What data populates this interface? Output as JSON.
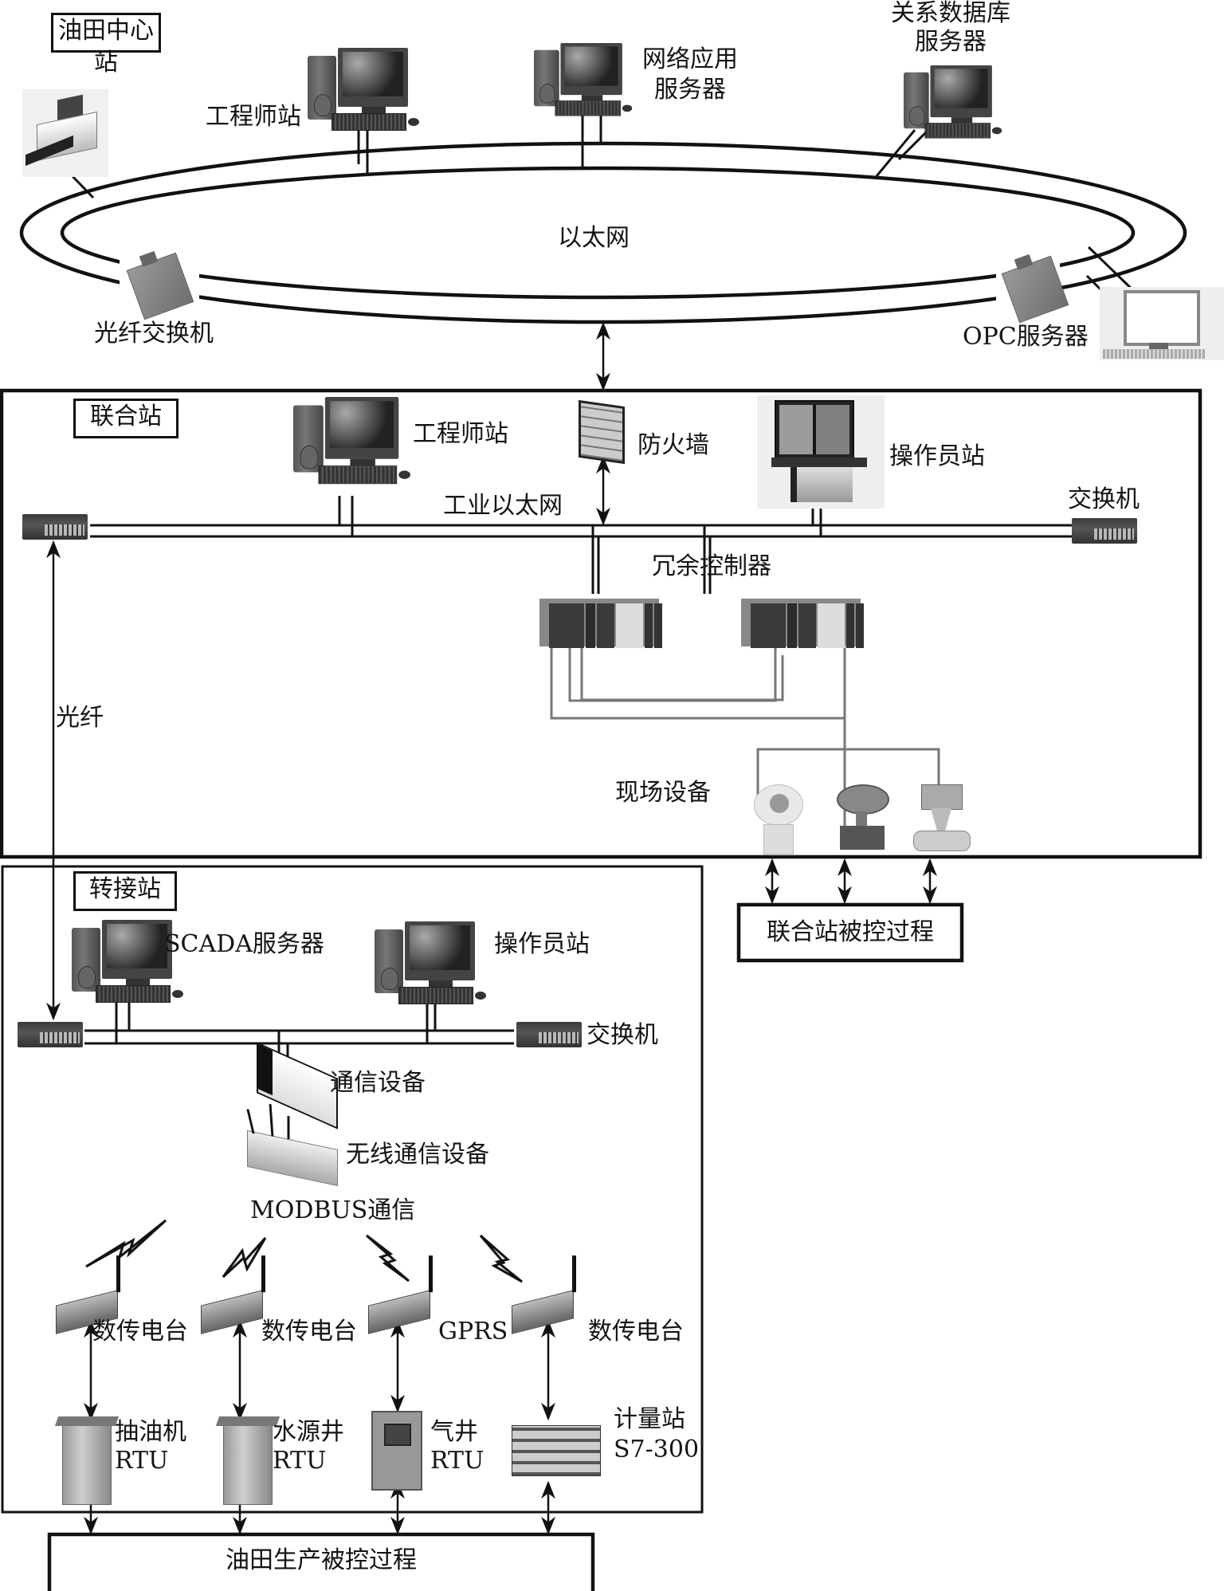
{
  "title": "油田监控系统网络结构图",
  "colors": {
    "line": "#111111",
    "gray_wire": "#777777",
    "background": "#ffffff"
  },
  "center_station": {
    "label": "油田中心站",
    "network_label": "以太网",
    "devices": {
      "engineer_station": "工程师站",
      "web_app_server": [
        "网络应用",
        "服务器"
      ],
      "relational_db_server": [
        "关系数据库",
        "服务器"
      ],
      "fiber_switch": "光纤交换机",
      "opc_server": "OPC服务器",
      "printer": "打印机"
    }
  },
  "joint_station": {
    "label": "联合站",
    "engineer_station": "工程师站",
    "firewall": "防火墙",
    "operator_station": "操作员站",
    "switch": "交换机",
    "industrial_ethernet": "工业以太网",
    "redundant_controller": "冗余控制器",
    "field_equipment": "现场设备",
    "fiber_link": "光纤"
  },
  "joint_process_box": "联合站被控过程",
  "transfer_station": {
    "label": "转接站",
    "scada_server": "SCADA服务器",
    "operator_station": "操作员站",
    "switch": "交换机",
    "comm_device": "通信设备",
    "wireless_device": "无线通信设备",
    "modbus": "MODBUS通信",
    "radios": [
      {
        "label": "数传电台"
      },
      {
        "label": "数传电台"
      },
      {
        "label": "GPRS"
      },
      {
        "label": "数传电台"
      }
    ],
    "endpoints": [
      {
        "line1": "抽油机",
        "line2": "RTU"
      },
      {
        "line1": "水源井",
        "line2": "RTU"
      },
      {
        "line1": "气井",
        "line2": "RTU"
      },
      {
        "line1": "计量站",
        "line2": "S7-300"
      }
    ]
  },
  "oilfield_process_box": "油田生产被控过程"
}
